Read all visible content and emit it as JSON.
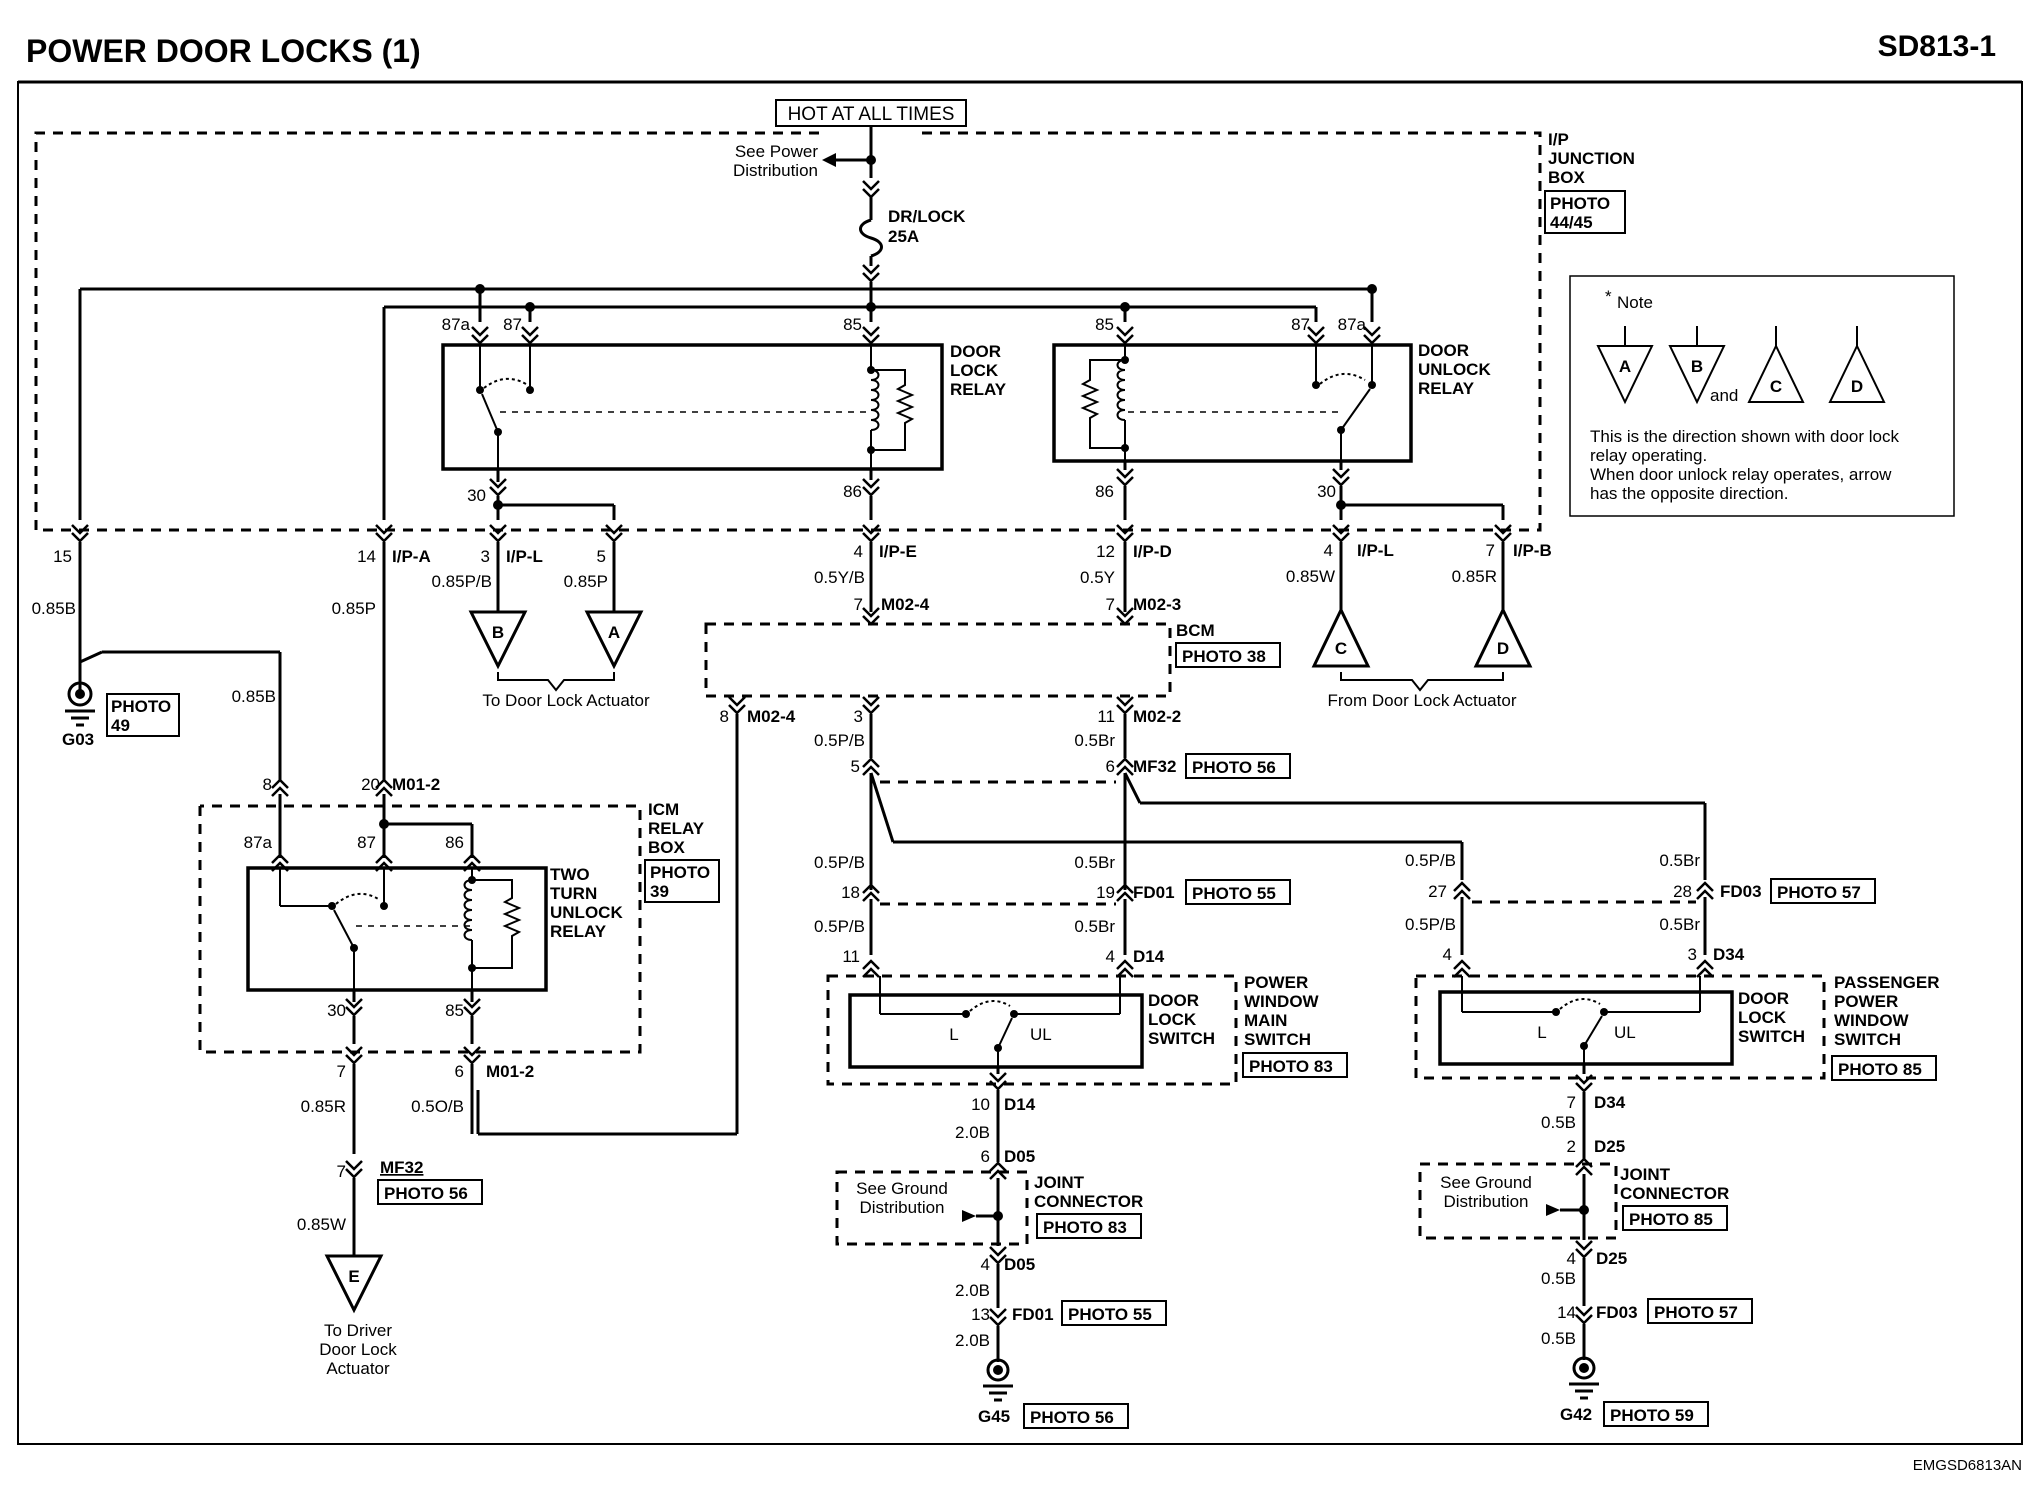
{
  "header": {
    "title": "POWER DOOR LOCKS (1)",
    "code": "SD813-1"
  },
  "footer_code": "EMGSD6813AN",
  "power": {
    "hot_label": "HOT AT ALL TIMES",
    "see_power_1": "See Power",
    "see_power_2": "Distribution",
    "fuse_name": "DR/LOCK",
    "fuse_rating": "25A"
  },
  "ip_junction": {
    "l1": "I/P",
    "l2": "JUNCTION",
    "l3": "BOX",
    "photo_1": "PHOTO",
    "photo_2": "44/45"
  },
  "note": {
    "title": "Note",
    "asterisk": "*",
    "sym_a": "A",
    "sym_b": "B",
    "and": "and",
    "sym_c": "C",
    "sym_d": "D",
    "line1": "This is the direction shown with door lock",
    "line2": "relay operating.",
    "line3": "When door unlock relay operates, arrow",
    "line4": "has the opposite direction."
  },
  "door_lock_relay": {
    "l1": "DOOR",
    "l2": "LOCK",
    "l3": "RELAY",
    "pin_87a": "87a",
    "pin_87": "87",
    "pin_85": "85",
    "pin_30": "30",
    "pin_86": "86"
  },
  "door_unlock_relay": {
    "l1": "DOOR",
    "l2": "UNLOCK",
    "l3": "RELAY",
    "pin_85": "85",
    "pin_87": "87",
    "pin_87a": "87a",
    "pin_86": "86",
    "pin_30": "30"
  },
  "ip_connectors": {
    "p15": "15",
    "p14": "14",
    "ipa": "I/P-A",
    "p3": "3",
    "ipl1": "I/P-L",
    "p5": "5",
    "p4a": "4",
    "ipe": "I/P-E",
    "p12": "12",
    "ipd": "I/P-D",
    "p4b": "4",
    "ipl2": "I/P-L",
    "p7": "7",
    "ipb": "I/P-B"
  },
  "wires": {
    "w_085b": "0.85B",
    "w_085p": "0.85P",
    "w_085pb": "0.85P/B",
    "w_085p2": "0.85P",
    "w_05yb": "0.5Y/B",
    "w_05y": "0.5Y",
    "w_085w": "0.85W",
    "w_085r": "0.85R",
    "w_085b2": "0.85B"
  },
  "actuators": {
    "sym_b": "B",
    "sym_a": "A",
    "to_label": "To Door Lock Actuator",
    "sym_c": "C",
    "sym_d": "D",
    "from_label": "From Door Lock Actuator"
  },
  "ground_g03": {
    "name": "G03",
    "photo_1": "PHOTO",
    "photo_2": "49"
  },
  "bcm": {
    "name": "BCM",
    "photo": "PHOTO 38",
    "p7a": "7",
    "m024a": "M02-4",
    "p7b": "7",
    "m023": "M02-3",
    "p8": "8",
    "m024b": "M02-4",
    "p3": "3",
    "p11": "11",
    "m022": "M02-2"
  },
  "icm": {
    "p8": "8",
    "p20": "20",
    "m012a": "M01-2",
    "l1": "ICM",
    "l2": "RELAY",
    "l3": "BOX",
    "photo_1": "PHOTO",
    "photo_2": "39",
    "relay_1": "TWO",
    "relay_2": "TURN",
    "relay_3": "UNLOCK",
    "relay_4": "RELAY",
    "pin_87a": "87a",
    "pin_87": "87",
    "pin_86": "86",
    "pin_30": "30",
    "pin_85": "85",
    "p7": "7",
    "p6": "6",
    "m012b": "M01-2",
    "w_085r": "0.85R",
    "w_05ob": "0.5O/B",
    "p7b": "7",
    "mf32": "MF32",
    "mf32_photo": "PHOTO 56",
    "w_085w": "0.85W",
    "sym_e": "E",
    "to_1": "To Driver",
    "to_2": "Door Lock",
    "to_3": "Actuator"
  },
  "mf32_mid": {
    "w_05pb": "0.5P/B",
    "w_05br": "0.5Br",
    "p5": "5",
    "p6": "6",
    "name": "MF32",
    "photo": "PHOTO 56"
  },
  "driver_side": {
    "w_05pb_a": "0.5P/B",
    "w_05br_a": "0.5Br",
    "p18": "18",
    "p19": "19",
    "fd01": "FD01",
    "fd01_photo": "PHOTO 55",
    "w_05pb_b": "0.5P/B",
    "w_05br_b": "0.5Br",
    "p11": "11",
    "p4": "4",
    "d14": "D14",
    "sw_l1": "DOOR",
    "sw_l2": "LOCK",
    "sw_l3": "SWITCH",
    "pwm_1": "POWER",
    "pwm_2": "WINDOW",
    "pwm_3": "MAIN",
    "pwm_4": "SWITCH",
    "pwm_photo": "PHOTO 83",
    "l": "L",
    "ul": "UL",
    "p10": "10",
    "d14b": "D14",
    "w_20b_a": "2.0B",
    "p6": "6",
    "d05": "D05",
    "see_gnd_1": "See Ground",
    "see_gnd_2": "Distribution",
    "jc_1": "JOINT",
    "jc_2": "CONNECTOR",
    "jc_photo": "PHOTO 83",
    "p4b": "4",
    "d05b": "D05",
    "w_20b_b": "2.0B",
    "p13": "13",
    "fd01b": "FD01",
    "fd01b_photo": "PHOTO 55",
    "w_20b_c": "2.0B",
    "g45": "G45",
    "g45_photo": "PHOTO 56"
  },
  "passenger_side": {
    "w_05pb_a": "0.5P/B",
    "w_05br_a": "0.5Br",
    "p27": "27",
    "p28": "28",
    "fd03": "FD03",
    "fd03_photo": "PHOTO 57",
    "w_05pb_b": "0.5P/B",
    "w_05br_b": "0.5Br",
    "p4": "4",
    "p3": "3",
    "d34": "D34",
    "sw_l1": "DOOR",
    "sw_l2": "LOCK",
    "sw_l3": "SWITCH",
    "ppw_1": "PASSENGER",
    "ppw_2": "POWER",
    "ppw_3": "WINDOW",
    "ppw_4": "SWITCH",
    "ppw_photo": "PHOTO 85",
    "l": "L",
    "ul": "UL",
    "p7": "7",
    "d34b": "D34",
    "w_05b_a": "0.5B",
    "p2": "2",
    "d25": "D25",
    "see_gnd_1": "See Ground",
    "see_gnd_2": "Distribution",
    "jc_1": "JOINT",
    "jc_2": "CONNECTOR",
    "jc_photo": "PHOTO 85",
    "p4b": "4",
    "d25b": "D25",
    "w_05b_b": "0.5B",
    "p14": "14",
    "fd03b": "FD03",
    "fd03b_photo": "PHOTO 57",
    "w_05b_c": "0.5B",
    "g42": "G42",
    "g42_photo": "PHOTO 59"
  }
}
